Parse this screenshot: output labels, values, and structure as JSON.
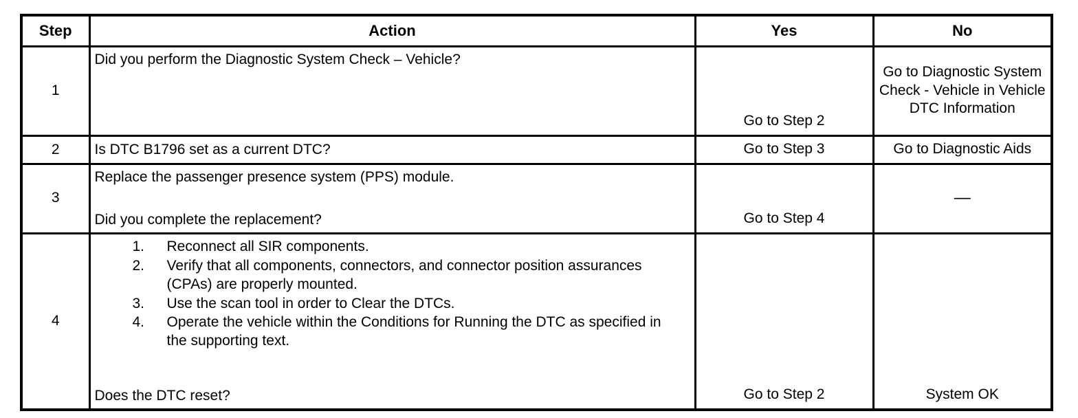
{
  "table": {
    "headers": {
      "step": "Step",
      "action": "Action",
      "yes": "Yes",
      "no": "No"
    },
    "rows": [
      {
        "step": "1",
        "action_lines": [
          "Did you perform the Diagnostic System Check – Vehicle?"
        ],
        "yes": "Go to Step 2",
        "no": "Go to Diagnostic System Check - Vehicle in Vehicle DTC Information"
      },
      {
        "step": "2",
        "action_lines": [
          "Is DTC B1796 set as a current DTC?"
        ],
        "yes": "Go to Step 3",
        "no": "Go to Diagnostic Aids"
      },
      {
        "step": "3",
        "action_top": "Replace the passenger presence system (PPS) module.",
        "action_bottom": "Did you complete the replacement?",
        "yes": "Go to Step 4",
        "no": "—"
      },
      {
        "step": "4",
        "list": [
          {
            "num": "1.",
            "text": "Reconnect all SIR components."
          },
          {
            "num": "2.",
            "text": "Verify that all components, connectors, and connector position assurances (CPAs) are properly mounted."
          },
          {
            "num": "3.",
            "text": "Use the scan tool in order to Clear the DTCs."
          },
          {
            "num": "4.",
            "text": "Operate the vehicle within the Conditions for Running the DTC as specified in the supporting text."
          }
        ],
        "action_bottom": "Does the DTC reset?",
        "yes": "Go to Step 2",
        "no": "System OK"
      }
    ]
  }
}
